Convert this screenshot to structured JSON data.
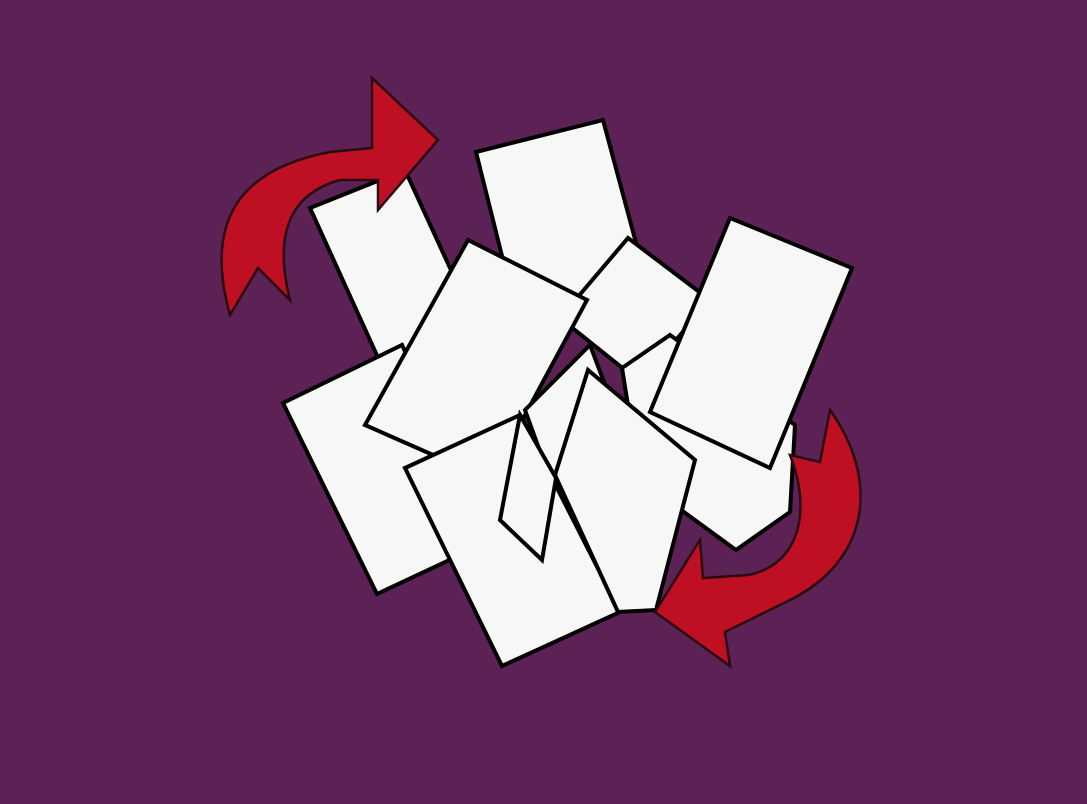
{
  "colors": {
    "background": "#5c2155",
    "card_fill": "#f7f7f7",
    "card_stroke": "#000000",
    "arrow_fill": "#be0f23",
    "arrow_stroke": "#2a0a10"
  },
  "scene": {
    "card_count": 11,
    "arrows": [
      "curved-arrow-top-left",
      "curved-arrow-bottom-right"
    ]
  }
}
